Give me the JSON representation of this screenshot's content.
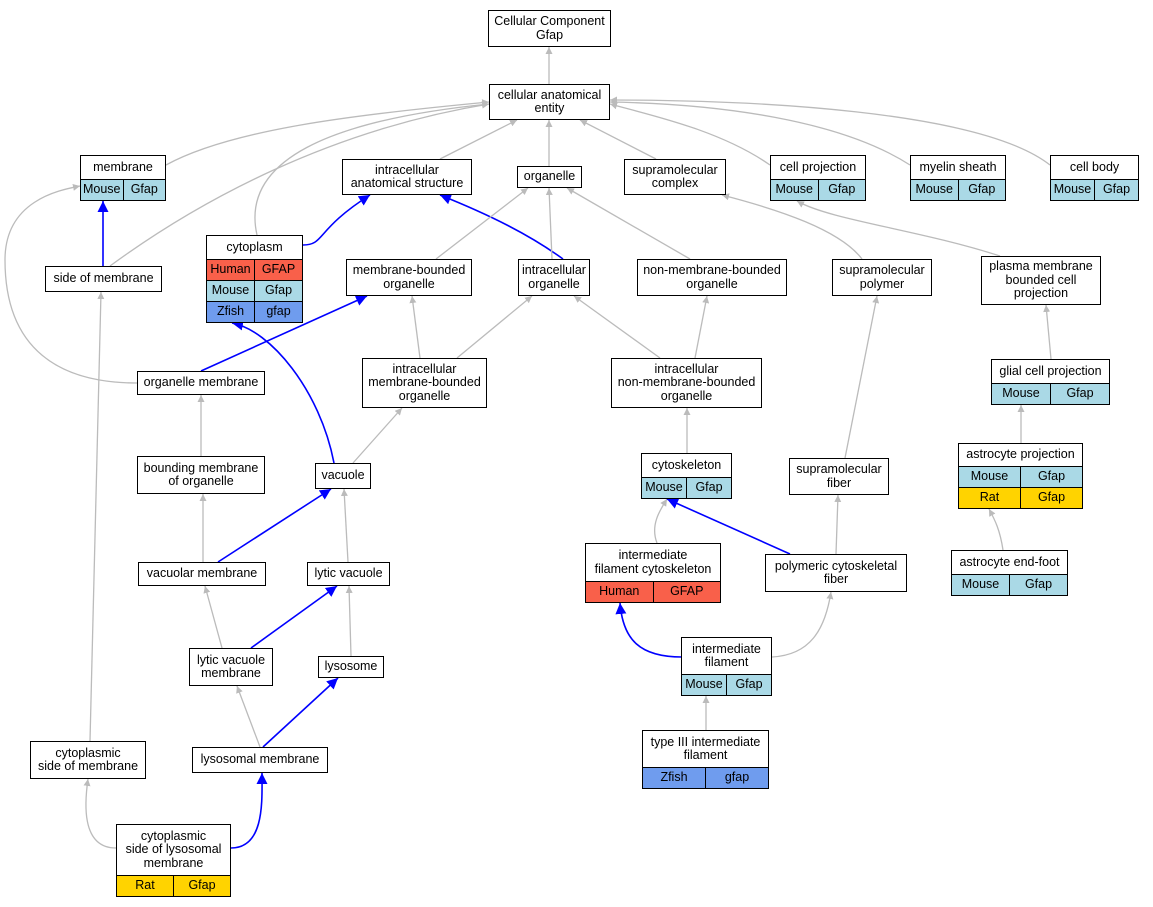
{
  "colors": {
    "Human": "#f9604a",
    "Mouse": "#aad9e6",
    "Rat": "#ffd300",
    "Zfish": "#6f9cee",
    "grey_edge": "#bbbbbb",
    "blue_edge": "#0000ff"
  },
  "nodes": {
    "cc": {
      "label": "Cellular Component\nGfap",
      "rows": []
    },
    "cae": {
      "label": "cellular anatomical\nentity",
      "rows": []
    },
    "membrane": {
      "label": "membrane",
      "rows": [
        {
          "species": "Mouse",
          "gene": "Gfap"
        }
      ]
    },
    "ias": {
      "label": "intracellular\nanatomical structure",
      "rows": []
    },
    "organelle": {
      "label": "organelle",
      "rows": []
    },
    "smc": {
      "label": "supramolecular\ncomplex",
      "rows": []
    },
    "cellproj": {
      "label": "cell projection",
      "rows": [
        {
          "species": "Mouse",
          "gene": "Gfap"
        }
      ]
    },
    "myelin": {
      "label": "myelin sheath",
      "rows": [
        {
          "species": "Mouse",
          "gene": "Gfap"
        }
      ]
    },
    "cellbody": {
      "label": "cell body",
      "rows": [
        {
          "species": "Mouse",
          "gene": "Gfap"
        }
      ]
    },
    "sideofmem": {
      "label": "side of membrane",
      "rows": []
    },
    "cytoplasm": {
      "label": "cytoplasm",
      "rows": [
        {
          "species": "Human",
          "gene": "GFAP"
        },
        {
          "species": "Mouse",
          "gene": "Gfap"
        },
        {
          "species": "Zfish",
          "gene": "gfap"
        }
      ]
    },
    "mbo": {
      "label": "membrane-bounded\norganelle",
      "rows": []
    },
    "io": {
      "label": "intracellular\norganelle",
      "rows": []
    },
    "nmbo": {
      "label": "non-membrane-bounded\norganelle",
      "rows": []
    },
    "smpoly": {
      "label": "supramolecular\npolymer",
      "rows": []
    },
    "pmbcp": {
      "label": "plasma membrane\nbounded cell\nprojection",
      "rows": []
    },
    "orgmem": {
      "label": "organelle membrane",
      "rows": []
    },
    "imbo": {
      "label": "intracellular\nmembrane-bounded\norganelle",
      "rows": []
    },
    "inmbo": {
      "label": "intracellular\nnon-membrane-bounded\norganelle",
      "rows": []
    },
    "gcp": {
      "label": "glial cell projection",
      "rows": [
        {
          "species": "Mouse",
          "gene": "Gfap"
        }
      ]
    },
    "bmo": {
      "label": "bounding membrane\nof organelle",
      "rows": []
    },
    "vacuole": {
      "label": "vacuole",
      "rows": []
    },
    "cytoskeleton": {
      "label": "cytoskeleton",
      "rows": [
        {
          "species": "Mouse",
          "gene": "Gfap"
        }
      ]
    },
    "smfiber": {
      "label": "supramolecular\nfiber",
      "rows": []
    },
    "astroproj": {
      "label": "astrocyte projection",
      "rows": [
        {
          "species": "Mouse",
          "gene": "Gfap"
        },
        {
          "species": "Rat",
          "gene": "Gfap"
        }
      ]
    },
    "ifc": {
      "label": "intermediate\nfilament cytoskeleton",
      "rows": [
        {
          "species": "Human",
          "gene": "GFAP"
        }
      ]
    },
    "pcf": {
      "label": "polymeric cytoskeletal\nfiber",
      "rows": []
    },
    "aef": {
      "label": "astrocyte end-foot",
      "rows": [
        {
          "species": "Mouse",
          "gene": "Gfap"
        }
      ]
    },
    "vacmem": {
      "label": "vacuolar membrane",
      "rows": []
    },
    "lytvac": {
      "label": "lytic vacuole",
      "rows": []
    },
    "lvm": {
      "label": "lytic vacuole\nmembrane",
      "rows": []
    },
    "lysosome": {
      "label": "lysosome",
      "rows": []
    },
    "if": {
      "label": "intermediate\nfilament",
      "rows": [
        {
          "species": "Mouse",
          "gene": "Gfap"
        }
      ]
    },
    "csm": {
      "label": "cytoplasmic\nside of membrane",
      "rows": []
    },
    "lysmem": {
      "label": "lysosomal membrane",
      "rows": []
    },
    "t3if": {
      "label": "type III intermediate\nfilament",
      "rows": [
        {
          "species": "Zfish",
          "gene": "gfap"
        }
      ]
    },
    "cslm": {
      "label": "cytoplasmic\nside of lysosomal\nmembrane",
      "rows": [
        {
          "species": "Rat",
          "gene": "Gfap"
        }
      ]
    }
  },
  "edges": [
    {
      "from": "cae",
      "to": "cc",
      "type": "is_a"
    },
    {
      "from": "membrane",
      "to": "cae",
      "type": "is_a"
    },
    {
      "from": "ias",
      "to": "cae",
      "type": "is_a"
    },
    {
      "from": "organelle",
      "to": "cae",
      "type": "is_a"
    },
    {
      "from": "smc",
      "to": "cae",
      "type": "is_a"
    },
    {
      "from": "cellproj",
      "to": "cae",
      "type": "is_a"
    },
    {
      "from": "myelin",
      "to": "cae",
      "type": "is_a"
    },
    {
      "from": "cellbody",
      "to": "cae",
      "type": "is_a"
    },
    {
      "from": "sideofmem",
      "to": "cae",
      "type": "is_a"
    },
    {
      "from": "cytoplasm",
      "to": "cae",
      "type": "is_a"
    },
    {
      "from": "sideofmem",
      "to": "membrane",
      "type": "part_of"
    },
    {
      "from": "cytoplasm",
      "to": "ias",
      "type": "part_of"
    },
    {
      "from": "io",
      "to": "ias",
      "type": "part_of"
    },
    {
      "from": "mbo",
      "to": "organelle",
      "type": "is_a"
    },
    {
      "from": "io",
      "to": "organelle",
      "type": "is_a"
    },
    {
      "from": "nmbo",
      "to": "organelle",
      "type": "is_a"
    },
    {
      "from": "smpoly",
      "to": "smc",
      "type": "is_a"
    },
    {
      "from": "pmbcp",
      "to": "cellproj",
      "type": "is_a"
    },
    {
      "from": "orgmem",
      "to": "membrane",
      "type": "is_a"
    },
    {
      "from": "orgmem",
      "to": "mbo",
      "type": "part_of"
    },
    {
      "from": "imbo",
      "to": "mbo",
      "type": "is_a"
    },
    {
      "from": "imbo",
      "to": "io",
      "type": "is_a"
    },
    {
      "from": "inmbo",
      "to": "io",
      "type": "is_a"
    },
    {
      "from": "inmbo",
      "to": "nmbo",
      "type": "is_a"
    },
    {
      "from": "gcp",
      "to": "pmbcp",
      "type": "is_a"
    },
    {
      "from": "bmo",
      "to": "orgmem",
      "type": "is_a"
    },
    {
      "from": "vacuole",
      "to": "imbo",
      "type": "is_a"
    },
    {
      "from": "vacuole",
      "to": "cytoplasm",
      "type": "part_of"
    },
    {
      "from": "cytoskeleton",
      "to": "inmbo",
      "type": "is_a"
    },
    {
      "from": "smfiber",
      "to": "smpoly",
      "type": "is_a"
    },
    {
      "from": "astroproj",
      "to": "gcp",
      "type": "is_a"
    },
    {
      "from": "ifc",
      "to": "cytoskeleton",
      "type": "is_a"
    },
    {
      "from": "pcf",
      "to": "cytoskeleton",
      "type": "part_of"
    },
    {
      "from": "pcf",
      "to": "smfiber",
      "type": "is_a"
    },
    {
      "from": "aef",
      "to": "astroproj",
      "type": "is_a"
    },
    {
      "from": "vacmem",
      "to": "bmo",
      "type": "is_a"
    },
    {
      "from": "vacmem",
      "to": "vacuole",
      "type": "part_of"
    },
    {
      "from": "lytvac",
      "to": "vacuole",
      "type": "is_a"
    },
    {
      "from": "lvm",
      "to": "vacmem",
      "type": "is_a"
    },
    {
      "from": "lvm",
      "to": "lytvac",
      "type": "part_of"
    },
    {
      "from": "lysosome",
      "to": "lytvac",
      "type": "is_a"
    },
    {
      "from": "if",
      "to": "ifc",
      "type": "part_of"
    },
    {
      "from": "if",
      "to": "pcf",
      "type": "is_a"
    },
    {
      "from": "lysmem",
      "to": "lvm",
      "type": "is_a"
    },
    {
      "from": "lysmem",
      "to": "lysosome",
      "type": "part_of"
    },
    {
      "from": "csm",
      "to": "sideofmem",
      "type": "is_a"
    },
    {
      "from": "t3if",
      "to": "if",
      "type": "is_a"
    },
    {
      "from": "cslm",
      "to": "csm",
      "type": "is_a"
    },
    {
      "from": "cslm",
      "to": "lysmem",
      "type": "part_of"
    }
  ]
}
